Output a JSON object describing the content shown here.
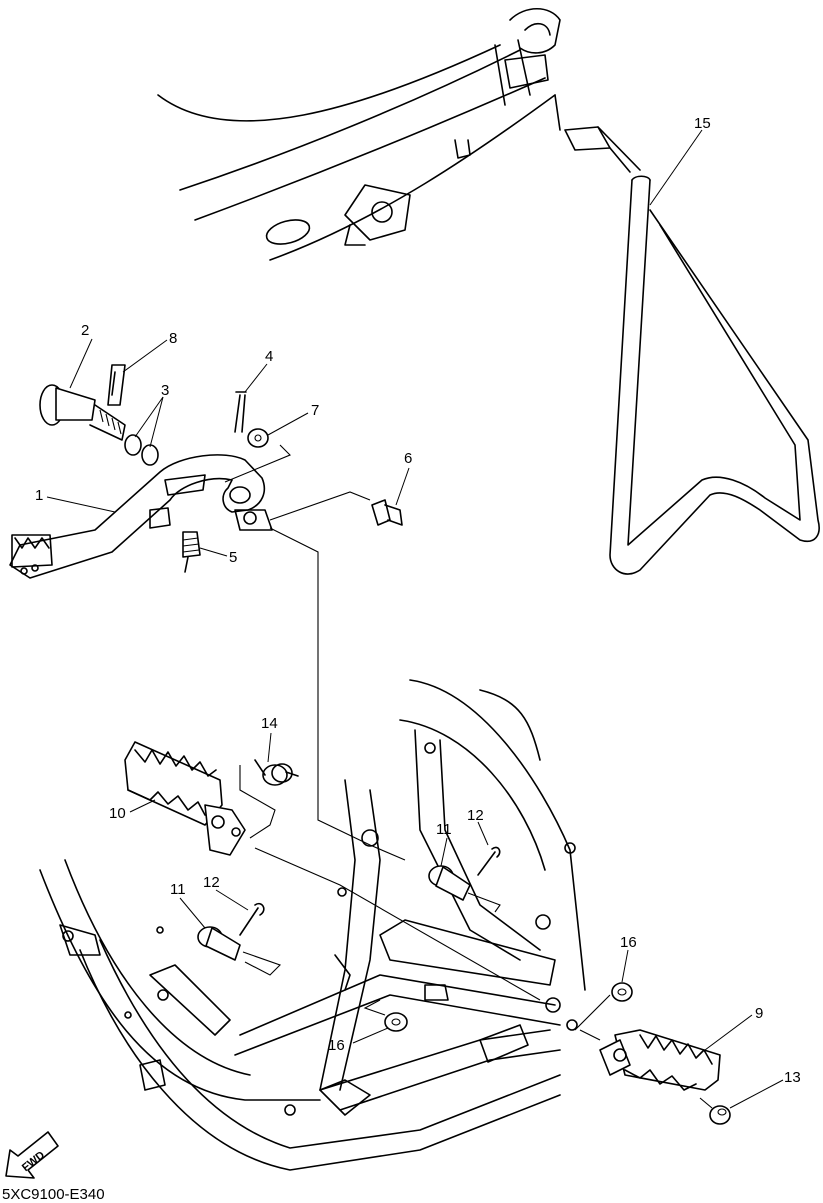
{
  "labels": {
    "p1": "1",
    "p2": "2",
    "p3": "3",
    "p4": "4",
    "p5": "5",
    "p6": "6",
    "p7": "7",
    "p8": "8",
    "p9": "9",
    "p10": "10",
    "p11a": "11",
    "p11b": "11",
    "p12a": "12",
    "p12b": "12",
    "p13": "13",
    "p14": "14",
    "p15": "15",
    "p16a": "16",
    "p16b": "16"
  },
  "fwd_label": "FWD",
  "diagram_code": "5XC9100-E340"
}
